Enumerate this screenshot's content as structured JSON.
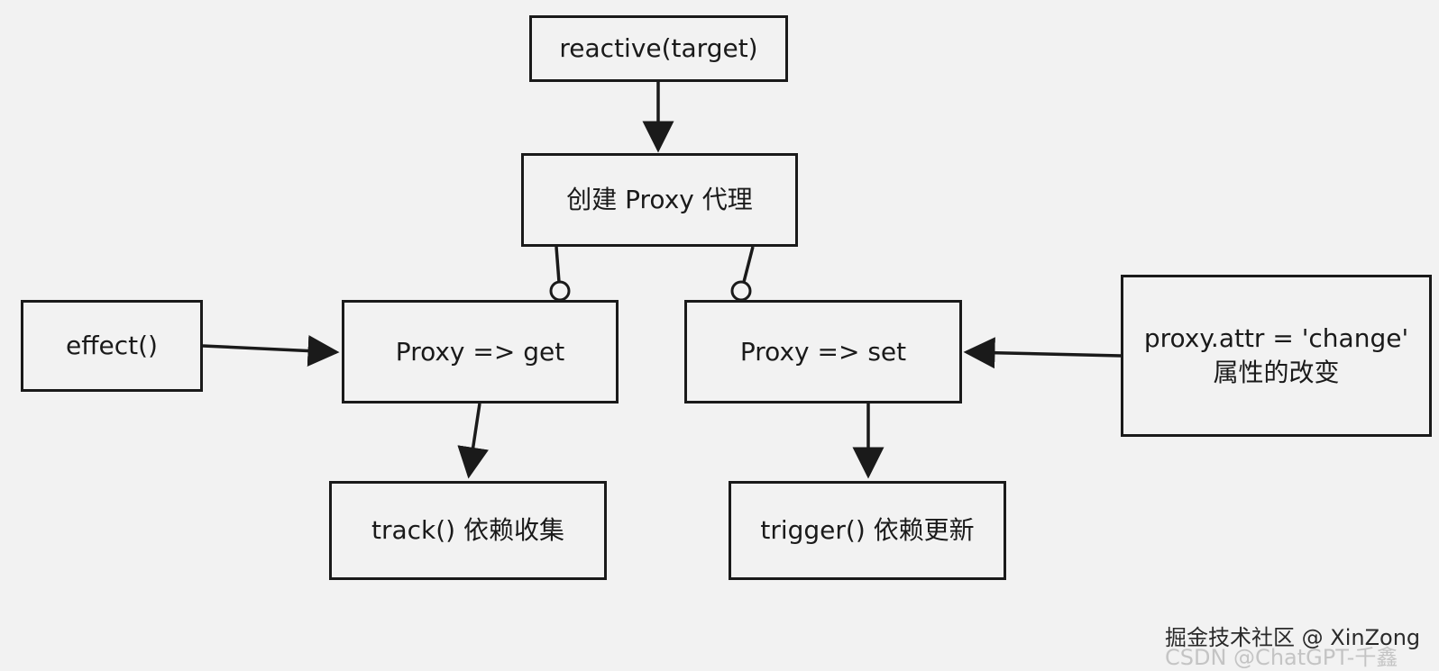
{
  "diagram": {
    "nodes": {
      "reactive": "reactive(target)",
      "create": "创建 Proxy 代理",
      "get": "Proxy => get",
      "set": "Proxy => set",
      "effect": "effect()",
      "change_line1": "proxy.attr = 'change'",
      "change_line2": "属性的改变",
      "track": "track() 依赖收集",
      "trigger": "trigger() 依赖更新"
    },
    "edges": [
      {
        "from": "reactive",
        "to": "create",
        "style": "arrow"
      },
      {
        "from": "create",
        "to": "get",
        "style": "circle"
      },
      {
        "from": "create",
        "to": "set",
        "style": "circle"
      },
      {
        "from": "effect",
        "to": "get",
        "style": "arrow"
      },
      {
        "from": "change",
        "to": "set",
        "style": "arrow"
      },
      {
        "from": "get",
        "to": "track",
        "style": "arrow"
      },
      {
        "from": "set",
        "to": "trigger",
        "style": "arrow"
      }
    ],
    "colors": {
      "background": "#f2f2f2",
      "stroke": "#1a1a1a"
    }
  },
  "watermark": {
    "text": "掘金技术社区 @ XinZong",
    "faint_text": "CSDN @ChatGPT-千鑫"
  }
}
